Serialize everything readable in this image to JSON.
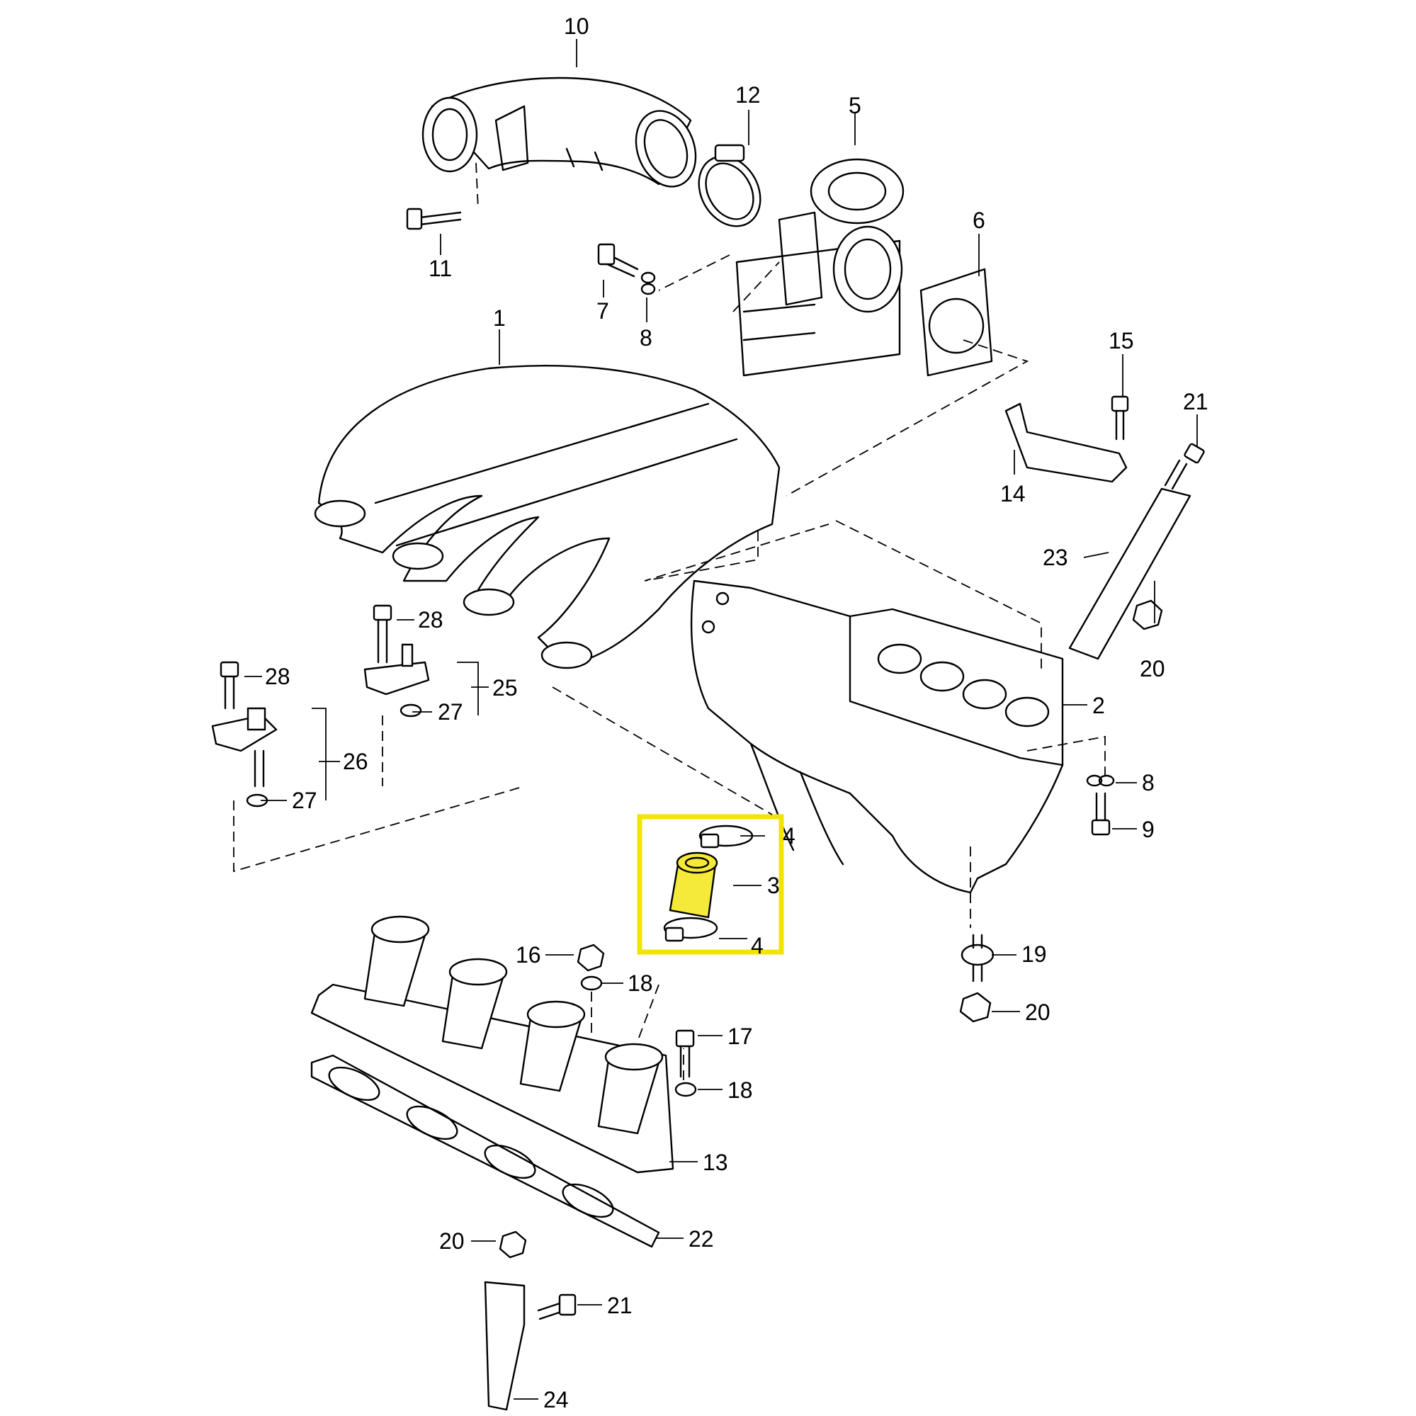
{
  "diagram": {
    "callouts": {
      "c1": "1",
      "c2": "2",
      "c3": "3",
      "c4a": "4",
      "c4b": "4",
      "c5": "5",
      "c6": "6",
      "c7": "7",
      "c8a": "8",
      "c8b": "8",
      "c9": "9",
      "c10": "10",
      "c11": "11",
      "c12": "12",
      "c13": "13",
      "c14": "14",
      "c15": "15",
      "c16": "16",
      "c17": "17",
      "c18a": "18",
      "c18b": "18",
      "c19": "19",
      "c20a": "20",
      "c20b": "20",
      "c20c": "20",
      "c21a": "21",
      "c21b": "21",
      "c22": "22",
      "c23": "23",
      "c24": "24",
      "c25": "25",
      "c26": "26",
      "c27a": "27",
      "c27b": "27",
      "c28a": "28",
      "c28b": "28"
    },
    "colors": {
      "highlight_frame": "#f2e400",
      "highlight_part_fill": "#f5ea3a",
      "line": "#000000",
      "background": "#ffffff"
    }
  }
}
